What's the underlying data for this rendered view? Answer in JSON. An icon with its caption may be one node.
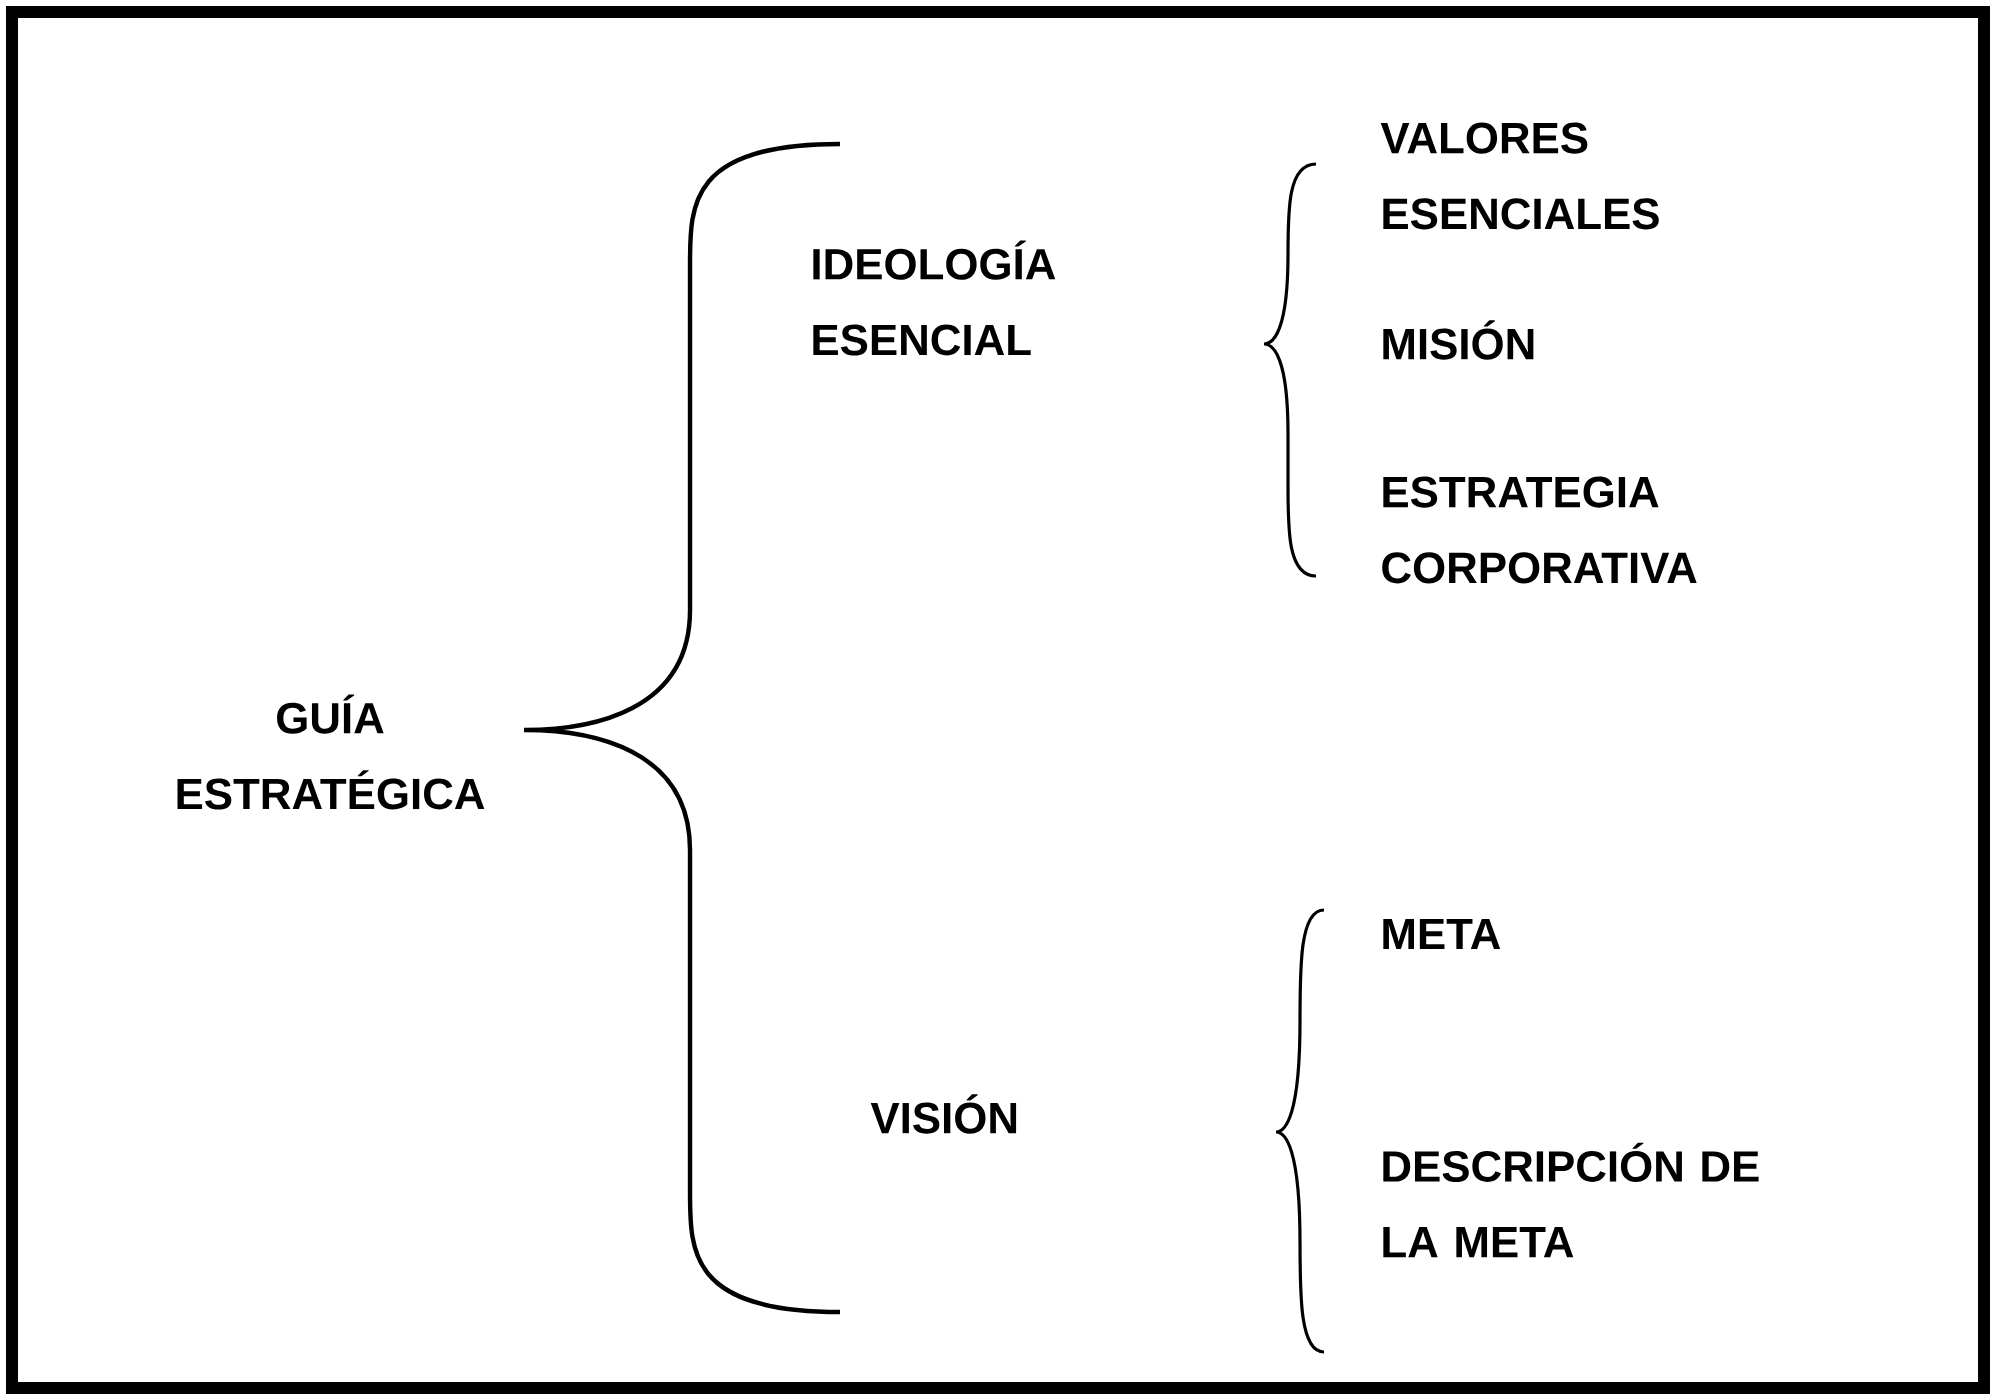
{
  "diagram": {
    "labels": [
      "GUÍA ESTRATÉGICA",
      "IDEOLOGÍA ESENCIAL",
      "VALORES ESENCIALES",
      "MISIÓN",
      "ESTRATEGIA CORPORATIVA",
      "VISIÓN",
      "META",
      "DESCRIPCIÓN DE LA META"
    ]
  }
}
